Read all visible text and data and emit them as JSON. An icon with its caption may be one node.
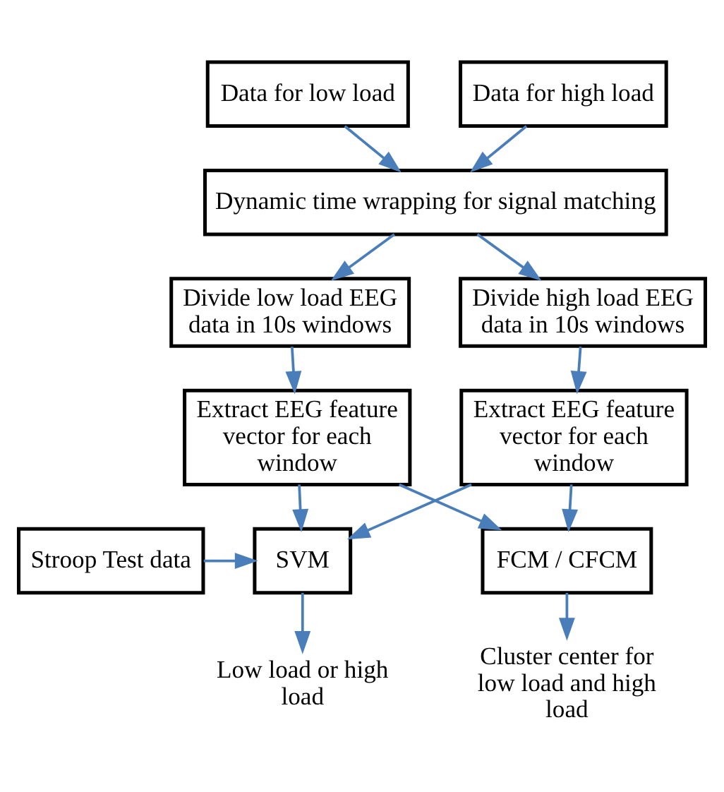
{
  "diagram": {
    "nodes": [
      {
        "text": [
          "Data for low load"
        ]
      },
      {
        "text": [
          "Data for high load"
        ]
      },
      {
        "text": [
          "Dynamic time wrapping for signal matching"
        ]
      },
      {
        "text": [
          "Divide low load EEG data in 10s windows"
        ]
      },
      {
        "text": [
          "Divide high load EEG data in 10s windows"
        ]
      },
      {
        "text": [
          "Extract EEG feature vector for each window"
        ]
      },
      {
        "text": [
          "Extract EEG feature vector for each window"
        ]
      },
      {
        "text": [
          "Stroop Test data"
        ]
      },
      {
        "text": [
          "SVM"
        ]
      },
      {
        "text": [
          "FCM / CFCM"
        ]
      },
      {
        "text": [
          "Low load or high load"
        ]
      },
      {
        "text": [
          "Cluster center for low load and high load"
        ]
      }
    ],
    "edges": [
      {
        "from": 0,
        "to": 2,
        "arrow": "to"
      },
      {
        "from": 1,
        "to": 2,
        "arrow": "to"
      },
      {
        "from": 2,
        "to": 3,
        "arrow": "to"
      },
      {
        "from": 2,
        "to": 4,
        "arrow": "to"
      },
      {
        "from": 3,
        "to": 5,
        "arrow": "to"
      },
      {
        "from": 4,
        "to": 6,
        "arrow": "to"
      },
      {
        "from": 5,
        "to": 8,
        "arrow": "to"
      },
      {
        "from": 7,
        "to": 8,
        "arrow": "to"
      },
      {
        "from": 6,
        "to": 8,
        "arrow": "to"
      },
      {
        "from": 5,
        "to": 9,
        "arrow": "to"
      },
      {
        "from": 6,
        "to": 9,
        "arrow": "to"
      },
      {
        "from": 8,
        "to": 10,
        "arrow": "to"
      },
      {
        "from": 9,
        "to": 11,
        "arrow": "to"
      }
    ]
  }
}
